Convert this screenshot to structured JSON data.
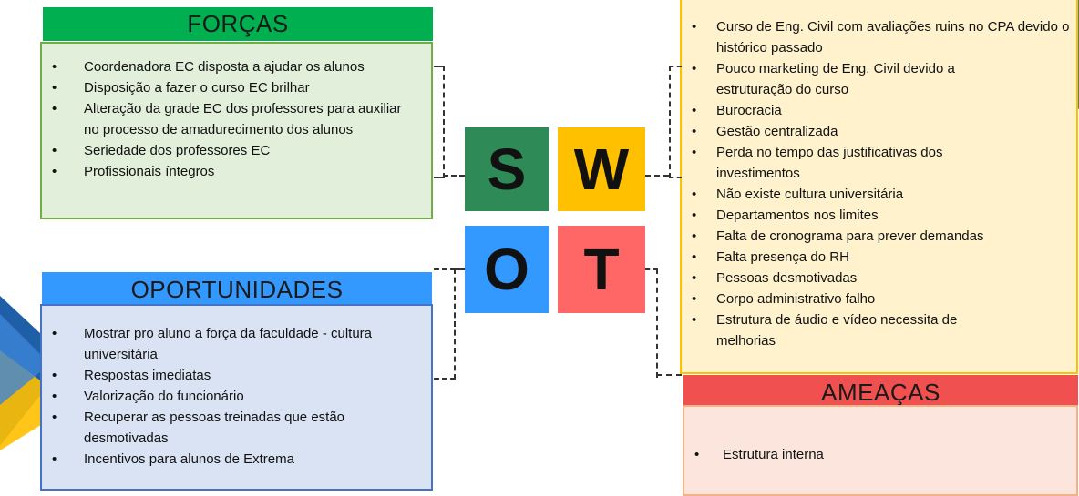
{
  "swot": {
    "letters": {
      "s": "S",
      "w": "W",
      "o": "O",
      "t": "T"
    }
  },
  "forcas": {
    "title": "FORÇAS",
    "items": [
      "Coordenadora EC disposta a ajudar os alunos",
      "Disposição a fazer o curso EC brilhar",
      "Alteração da grade EC dos professores para auxiliar no processo de amadurecimento dos alunos",
      "Seriedade dos professores EC",
      "Profissionais íntegros"
    ]
  },
  "oportunidades": {
    "title": "OPORTUNIDADES",
    "items": [
      "Mostrar pro aluno a força da faculdade - cultura universitária",
      "Respostas imediatas",
      "Valorização do funcionário",
      "Recuperar as pessoas treinadas que estão desmotivadas",
      "Incentivos para alunos de Extrema"
    ]
  },
  "fraquezas": {
    "items": [
      "Curso de Eng. Civil com avaliações ruins no CPA devido o histórico passado",
      "Pouco marketing de Eng. Civil devido a estruturação do curso",
      "Burocracia",
      "Gestão centralizada",
      "Perda no tempo das justificativas dos investimentos",
      "Não existe cultura universitária",
      "Departamentos nos limites",
      "Falta de cronograma para prever demandas",
      "Falta presença do RH",
      "Pessoas desmotivadas",
      "Corpo administrativo falho",
      "Estrutura de áudio e vídeo necessita de melhorias"
    ]
  },
  "ameacas": {
    "title": "AMEAÇAS",
    "items": [
      "Estrutura interna"
    ]
  },
  "colors": {
    "forcas_header": "#00b050",
    "forcas_box_bg": "#e2efda",
    "forcas_box_border": "#70ad47",
    "oport_header": "#3399ff",
    "oport_box_bg": "#dae3f3",
    "oport_box_border": "#4472c4",
    "fraq_box_bg": "#fff2cc",
    "fraq_box_border": "#ffc000",
    "ameacas_header": "#f05050",
    "ameacas_box_bg": "#fbe5dd",
    "ameacas_box_border": "#f4b183",
    "tile_s": "#2e8b57",
    "tile_w": "#ffc000",
    "tile_o": "#3399ff",
    "tile_t": "#ff6666"
  }
}
